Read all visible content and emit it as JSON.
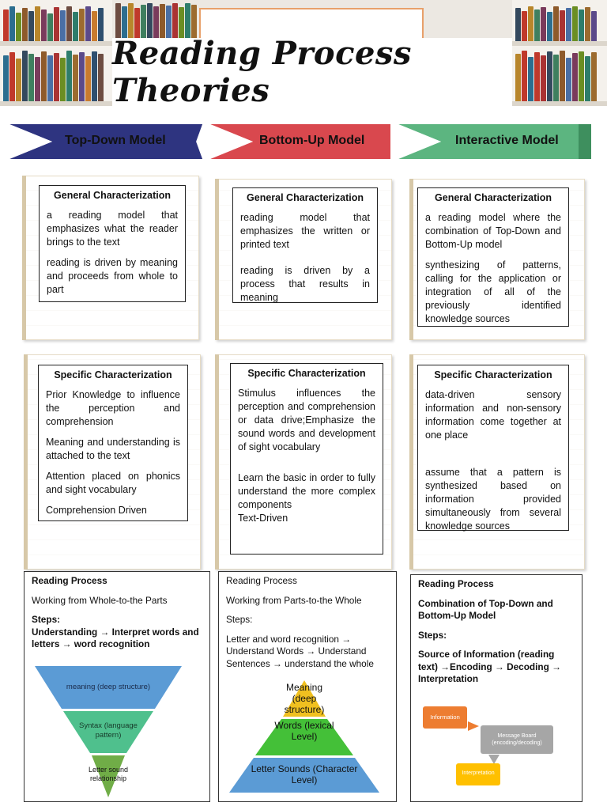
{
  "title": "Reading Process Theories",
  "colors": {
    "top_down": "#2e3480",
    "bottom_up": "#d9484e",
    "interactive": "#5cb580"
  },
  "columns": [
    {
      "banner": "Top-Down Model",
      "general_heading": "General Characterization",
      "general": [
        "a reading model that emphasizes what the reader brings to the text",
        "reading is driven by meaning and proceeds from whole to part"
      ],
      "specific_heading": "Specific Characterization",
      "specific": [
        "Prior Knowledge to influence the perception and comprehension",
        "Meaning and understanding is attached to the text",
        "Attention placed on phonics and sight vocabulary",
        "Comprehension Driven"
      ],
      "process_title": "Reading Process",
      "process_sub": "Working from Whole-to-the Parts",
      "steps_label": "Steps:",
      "steps": "Understanding → Interpret words and letters → word recognition",
      "diagram": [
        "meaning (deep structure)",
        "Syntax (language pattern)",
        "Letter sound relationship"
      ]
    },
    {
      "banner": "Bottom-Up Model",
      "general_heading": "General Characterization",
      "general": [
        "reading model that emphasizes the written or printed text",
        "reading is driven by a process that results in meaning"
      ],
      "specific_heading": "Specific Characterization",
      "specific": [
        "Stimulus influences the perception and comprehension or data drive;Emphasize the sound words and development of sight vocabulary",
        "Learn the basic in order to fully understand the more complex components",
        "Text-Driven"
      ],
      "process_title": "Reading Process",
      "process_sub": "Working from Parts-to-the Whole",
      "steps_label": "Steps:",
      "steps": "Letter and word recognition → Understand Words → Understand Sentences → understand the whole",
      "diagram": [
        "Meaning (deep structure)",
        "Words (lexical Level)",
        "Letter Sounds (Character Level)"
      ]
    },
    {
      "banner": "Interactive Model",
      "general_heading": "General Characterization",
      "general": [
        "a reading model where the combination of Top-Down and Bottom-Up model",
        "synthesizing of patterns, calling for the application or integration of all of the previously identified knowledge sources"
      ],
      "specific_heading": "Specific Characterization",
      "specific": [
        "data-driven sensory information and non-sensory information come together at one place",
        "assume that a pattern is synthesized based on information provided simultaneously from several knowledge sources"
      ],
      "process_title": "Reading Process",
      "process_sub": "Combination of Top-Down and Bottom-Up Model",
      "steps_label": "Steps:",
      "steps": "Source of Information (reading text) →Encoding → Decoding → Interpretation",
      "diagram": [
        "Information",
        "Message Board (encoding/decoding)",
        "Interpretation"
      ]
    }
  ]
}
